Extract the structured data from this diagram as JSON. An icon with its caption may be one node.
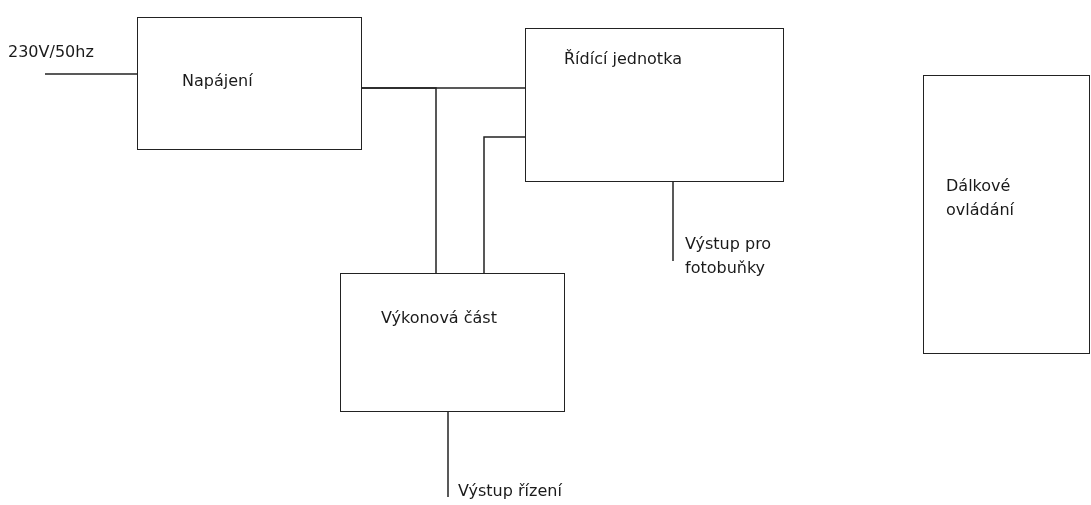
{
  "diagram": {
    "nodes": [
      {
        "text": [
          "230V/50hz"
        ]
      },
      {
        "text": [
          "Napájení"
        ]
      },
      {
        "text": [
          "Řídící jednotka"
        ]
      },
      {
        "text": [
          "Výkonová část"
        ]
      },
      {
        "text": [
          "Výstup pro fotobuňky"
        ]
      },
      {
        "text": [
          "Výstup řízení"
        ]
      },
      {
        "text": [
          "Dálkové ovládání"
        ]
      }
    ],
    "edges": [
      {
        "from": 0,
        "to": 1,
        "arrow": "none"
      },
      {
        "from": 1,
        "to": 2,
        "arrow": "none"
      },
      {
        "from": 1,
        "to": 3,
        "arrow": "none"
      },
      {
        "from": 2,
        "to": 3,
        "arrow": "none"
      },
      {
        "from": 2,
        "to": 4,
        "arrow": "none"
      },
      {
        "from": 3,
        "to": 5,
        "arrow": "none"
      }
    ]
  }
}
